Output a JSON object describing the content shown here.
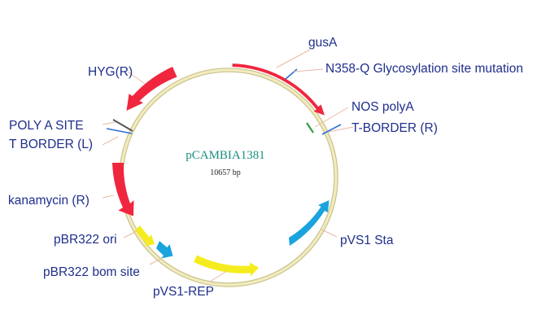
{
  "plasmid": {
    "name": "pCAMBIA1381",
    "size": "10657 bp"
  },
  "labels": {
    "gusA": "gusA",
    "n358q": "N358-Q Glycosylation site mutation",
    "nos_polya": "NOS polyA",
    "t_border_r": "T-BORDER (R)",
    "pvs1_sta": "pVS1 Sta",
    "pvs1_rep": "pVS1-REP",
    "pbr322_bom": "pBR322 bom site",
    "pbr322_ori": "pBR322 ori",
    "kanamycin": "kanamycin (R)",
    "t_border_l": "T BORDER (L)",
    "poly_a_site": "POLY A SITE",
    "hyg": "HYG(R)"
  },
  "colors": {
    "backbone": "#f1ecbf",
    "backbone_edge": "#c9c08a",
    "red": "#f0263f",
    "cyan": "#1aa3de",
    "yellow": "#f5ec1f",
    "label": "#1f2f8c",
    "title": "#1a8f7f",
    "green_marker": "#2ea043",
    "blue_marker": "#2e6fd8",
    "gray_marker": "#555555"
  }
}
